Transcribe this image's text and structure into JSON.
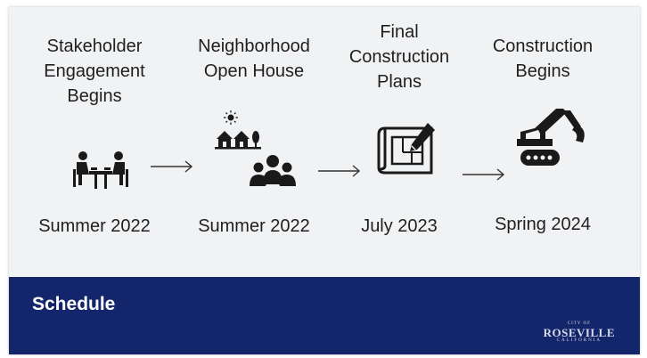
{
  "steps": [
    {
      "title_lines": [
        "Stakeholder",
        "Engagement",
        "Begins"
      ],
      "date": "Summer 2022",
      "icon": "meeting-icon"
    },
    {
      "title_lines": [
        "Neighborhood",
        "Open House"
      ],
      "date": "Summer 2022",
      "icon": "open-house-icon"
    },
    {
      "title_lines": [
        "Final",
        "Construction",
        "Plans"
      ],
      "date": "July 2023",
      "icon": "blueprint-icon"
    },
    {
      "title_lines": [
        "Construction",
        "Begins"
      ],
      "date": "Spring 2024",
      "icon": "excavator-icon"
    }
  ],
  "footer": {
    "title": "Schedule"
  },
  "logo": {
    "city": "CITY OF",
    "name": "ROSEVILLE",
    "state": "CALIFORNIA"
  },
  "colors": {
    "footer_bg": "#14266b",
    "background": "#f1f2f4",
    "icon": "#1a1a1a"
  }
}
